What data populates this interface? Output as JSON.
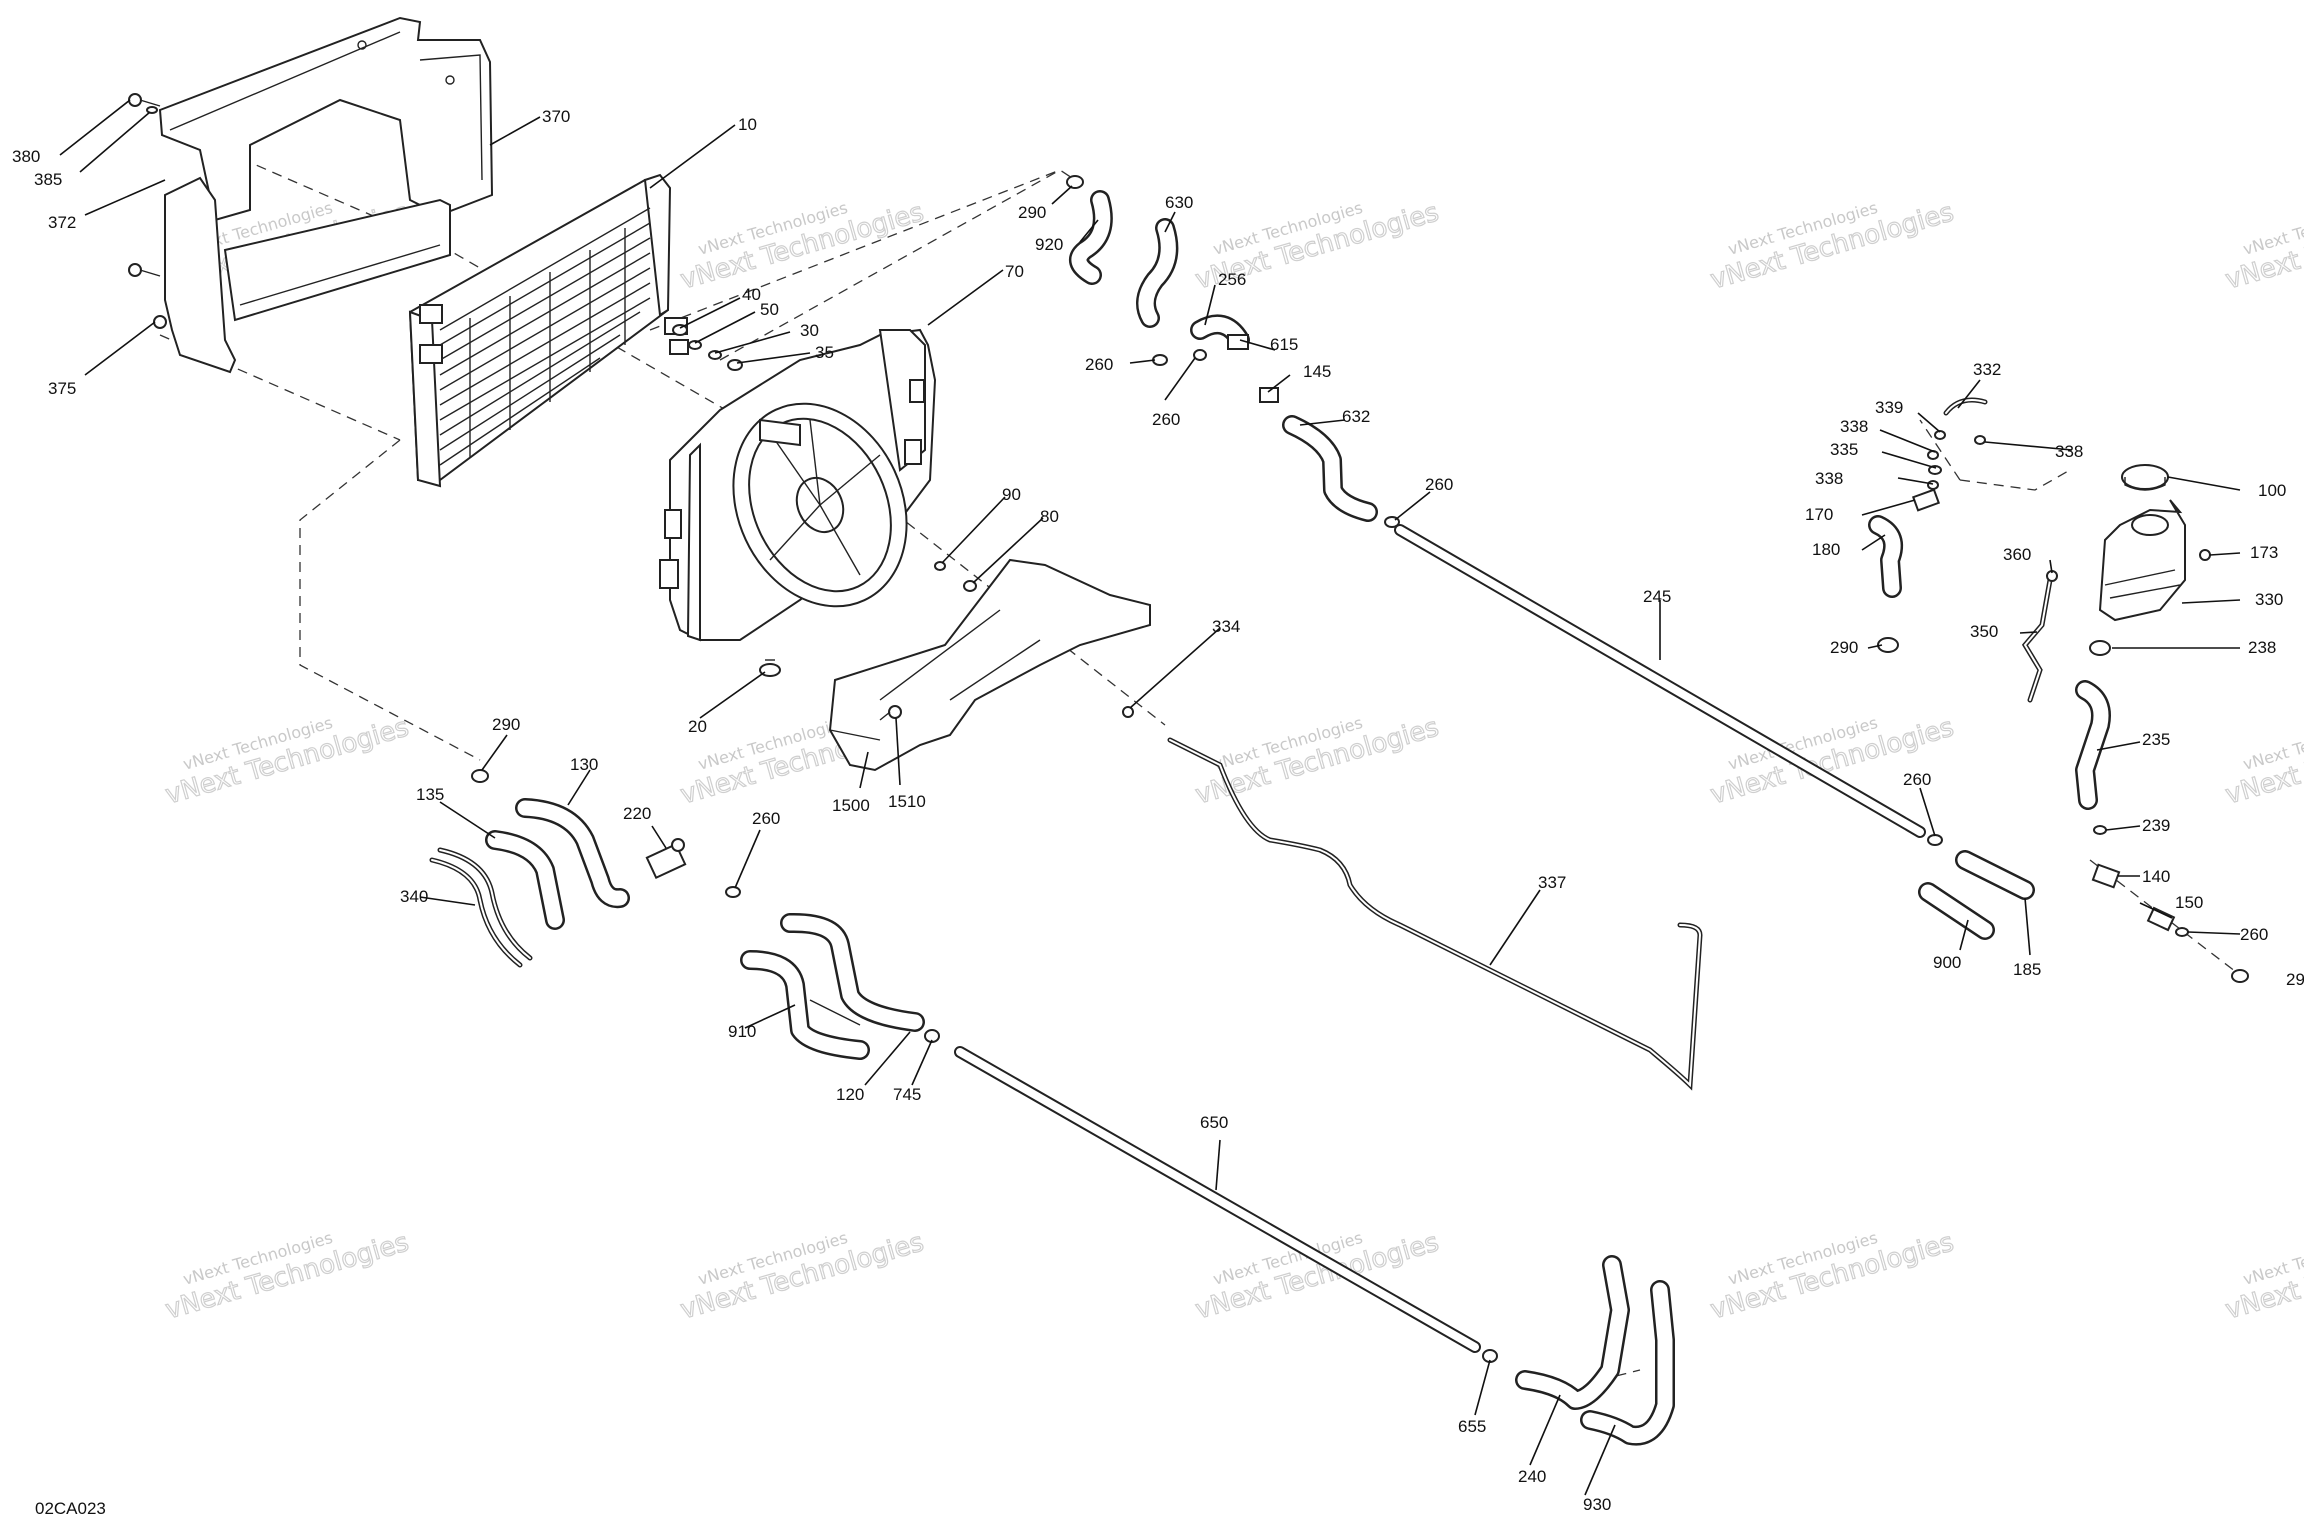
{
  "diagram_code": "02CA023",
  "watermark": {
    "line1": "vNext Technologies",
    "line2": "vNext Technologies"
  },
  "callouts": [
    {
      "id": "c380",
      "label": "380"
    },
    {
      "id": "c385",
      "label": "385"
    },
    {
      "id": "c372",
      "label": "372"
    },
    {
      "id": "c375",
      "label": "375"
    },
    {
      "id": "c370",
      "label": "370"
    },
    {
      "id": "c10",
      "label": "10"
    },
    {
      "id": "c40",
      "label": "40"
    },
    {
      "id": "c50",
      "label": "50"
    },
    {
      "id": "c30",
      "label": "30"
    },
    {
      "id": "c35",
      "label": "35"
    },
    {
      "id": "c70",
      "label": "70"
    },
    {
      "id": "c90",
      "label": "90"
    },
    {
      "id": "c80",
      "label": "80"
    },
    {
      "id": "c20",
      "label": "20"
    },
    {
      "id": "c334",
      "label": "334"
    },
    {
      "id": "c1500",
      "label": "1500"
    },
    {
      "id": "c1510",
      "label": "1510"
    },
    {
      "id": "c290a",
      "label": "290"
    },
    {
      "id": "c920",
      "label": "920"
    },
    {
      "id": "c630",
      "label": "630"
    },
    {
      "id": "c256",
      "label": "256"
    },
    {
      "id": "c260a",
      "label": "260"
    },
    {
      "id": "c260b",
      "label": "260"
    },
    {
      "id": "c615",
      "label": "615"
    },
    {
      "id": "c145",
      "label": "145"
    },
    {
      "id": "c632",
      "label": "632"
    },
    {
      "id": "c260c",
      "label": "260"
    },
    {
      "id": "c245",
      "label": "245"
    },
    {
      "id": "c260d",
      "label": "260"
    },
    {
      "id": "c900",
      "label": "900"
    },
    {
      "id": "c185",
      "label": "185"
    },
    {
      "id": "c337",
      "label": "337"
    },
    {
      "id": "c290b",
      "label": "290"
    },
    {
      "id": "c130",
      "label": "130"
    },
    {
      "id": "c135",
      "label": "135"
    },
    {
      "id": "c340",
      "label": "340"
    },
    {
      "id": "c220",
      "label": "220"
    },
    {
      "id": "c260e",
      "label": "260"
    },
    {
      "id": "c910",
      "label": "910"
    },
    {
      "id": "c120",
      "label": "120"
    },
    {
      "id": "c745",
      "label": "745"
    },
    {
      "id": "c650",
      "label": "650"
    },
    {
      "id": "c655",
      "label": "655"
    },
    {
      "id": "c240",
      "label": "240"
    },
    {
      "id": "c930",
      "label": "930"
    },
    {
      "id": "c332",
      "label": "332"
    },
    {
      "id": "c339",
      "label": "339"
    },
    {
      "id": "c338a",
      "label": "338"
    },
    {
      "id": "c335",
      "label": "335"
    },
    {
      "id": "c338b",
      "label": "338"
    },
    {
      "id": "c338c",
      "label": "338"
    },
    {
      "id": "c170",
      "label": "170"
    },
    {
      "id": "c180",
      "label": "180"
    },
    {
      "id": "c290c",
      "label": "290"
    },
    {
      "id": "c100",
      "label": "100"
    },
    {
      "id": "c173",
      "label": "173"
    },
    {
      "id": "c360",
      "label": "360"
    },
    {
      "id": "c330",
      "label": "330"
    },
    {
      "id": "c350",
      "label": "350"
    },
    {
      "id": "c238",
      "label": "238"
    },
    {
      "id": "c235",
      "label": "235"
    },
    {
      "id": "c239",
      "label": "239"
    },
    {
      "id": "c140",
      "label": "140"
    },
    {
      "id": "c150",
      "label": "150"
    },
    {
      "id": "c260f",
      "label": "260"
    },
    {
      "id": "c29x",
      "label": "29"
    }
  ]
}
